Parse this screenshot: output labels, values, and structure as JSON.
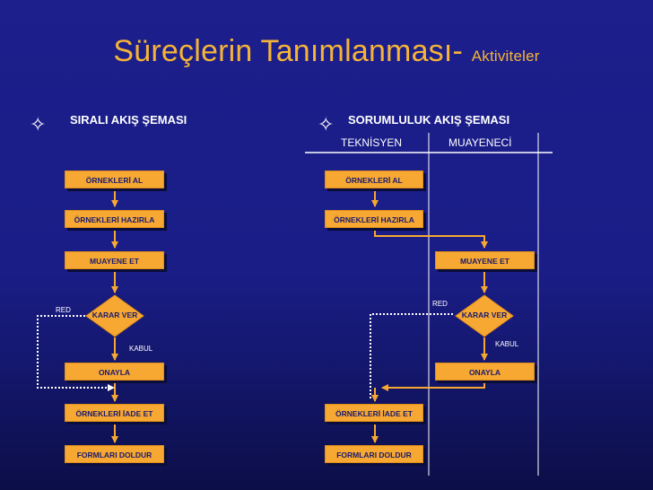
{
  "title": {
    "main": "Süreçlerin Tanımlanması-",
    "sub": "Aktiviteler"
  },
  "left": {
    "heading": "SIRALI AKIŞ ŞEMASI",
    "steps": [
      "ÖRNEKLERİ AL",
      "ÖRNEKLERİ HAZIRLA",
      "MUAYENE ET",
      "KARAR VER",
      "ONAYLA",
      "ÖRNEKLERİ İADE ET",
      "FORMLARI DOLDUR"
    ],
    "red_label": "RED",
    "accept_label": "KABUL"
  },
  "right": {
    "heading": "SORUMLULUK AKIŞ ŞEMASI",
    "col1": "TEKNİSYEN",
    "col2": "MUAYENECİ",
    "steps": [
      "ÖRNEKLERİ AL",
      "ÖRNEKLERİ HAZIRLA",
      "MUAYENE ET",
      "KARAR VER",
      "ONAYLA",
      "ÖRNEKLERİ İADE ET",
      "FORMLARI DOLDUR"
    ],
    "red_label": "RED",
    "accept_label": "KABUL"
  },
  "icons": {
    "bullet": "four-point-star-icon"
  },
  "colors": {
    "accent": "#f5b437",
    "box": "#f7a832",
    "background": "#1c1f8c",
    "arrow": "#f7a832"
  }
}
